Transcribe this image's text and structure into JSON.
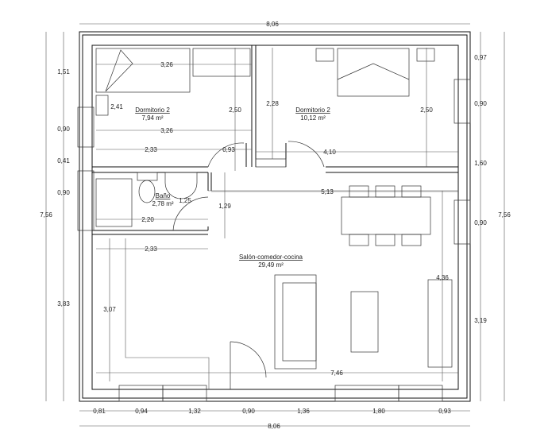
{
  "plan": {
    "top_dims": {
      "total": "8,06"
    },
    "bottom_dims": {
      "segments": [
        "0,81",
        "0,94",
        "1,32",
        "0,90",
        "1,36",
        "1,80",
        "0,93"
      ],
      "total": "8,06"
    },
    "left_dims": {
      "segments": [
        "1,51",
        "0,90",
        "0,41",
        "0,90",
        "3,83"
      ],
      "total": "7,56"
    },
    "right_dims": {
      "segments": [
        "0,97",
        "0,90",
        "1,60",
        "0,90",
        "3,19"
      ],
      "total": "7,56"
    },
    "rooms": [
      {
        "name": "Dormitorio 2",
        "area": "7,94 m²"
      },
      {
        "name": "Dormitorio 2",
        "area": "10,12 m²"
      },
      {
        "name": "Baño",
        "area": "2,78 m²"
      },
      {
        "name": "Salón-comedor-cocina",
        "area": "29,49 m²"
      }
    ],
    "interior_dims": [
      "3,26",
      "2,41",
      "3,26",
      "2,33",
      "0,93",
      "2,50",
      "2,28",
      "2,50",
      "4,10",
      "1,25",
      "1,29",
      "5,13",
      "2,20",
      "2,33",
      "4,36",
      "3,07",
      "7,46"
    ]
  }
}
